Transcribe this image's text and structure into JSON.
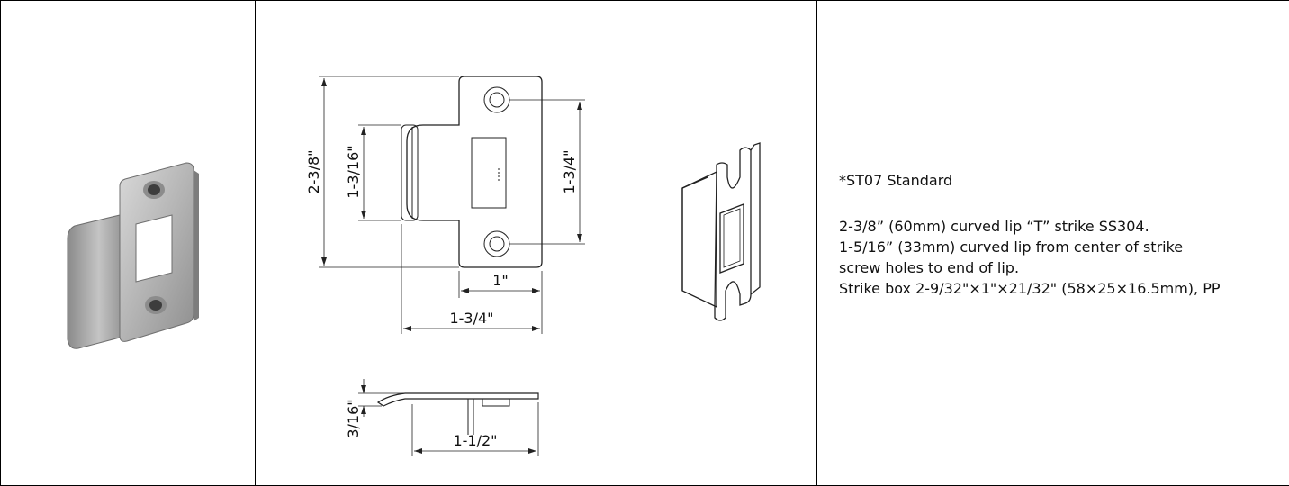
{
  "product": {
    "title": "*ST07 Standard",
    "description_lines": [
      "2-3/8” (60mm) curved lip “T” strike SS304.",
      "1-5/16” (33mm) curved lip from center of strike",
      "screw holes to end of lip.",
      "Strike box 2-9/32\"×1\"×21/32\" (58×25×16.5mm), PP"
    ]
  },
  "dimensions": {
    "overall_height": "2-3/8\"",
    "lip_height": "1-3/16\"",
    "hole_spacing": "1-3/4\"",
    "hole_to_edge": "1\"",
    "overall_width": "1-3/4\"",
    "lip_depth": "3/16\"",
    "side_length": "1-1/2\""
  }
}
